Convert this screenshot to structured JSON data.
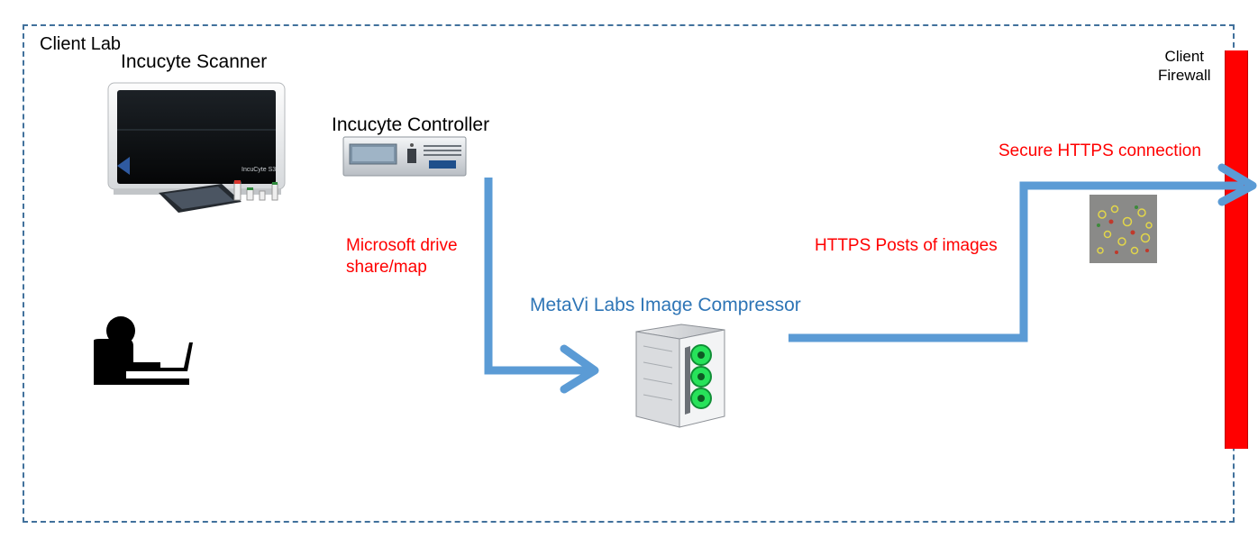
{
  "boundary": {
    "label": "Client Lab"
  },
  "scanner": {
    "title": "Incucyte Scanner",
    "badge": "IncuCyte S3"
  },
  "controller": {
    "title": "Incucyte Controller"
  },
  "drive_share": {
    "label_line1": "Microsoft drive",
    "label_line2": "share/map"
  },
  "compressor": {
    "title": "MetaVi Labs Image Compressor"
  },
  "https_posts": {
    "label": "HTTPS Posts of images"
  },
  "secure_connection": {
    "label": "Secure HTTPS connection"
  },
  "firewall": {
    "label_line1": "Client",
    "label_line2": "Firewall"
  },
  "colors": {
    "boundary": "#41719c",
    "arrow": "#5b9bd5",
    "annotation": "#ff0000",
    "compressor_title": "#2e75b6",
    "firewall": "#ff0000"
  },
  "icons": {
    "scanner": "incubator-scanner-icon",
    "controller": "rack-controller-icon",
    "user": "user-at-laptop-icon",
    "compressor": "pc-tower-icon",
    "images": "cell-image-thumbnail-icon"
  }
}
